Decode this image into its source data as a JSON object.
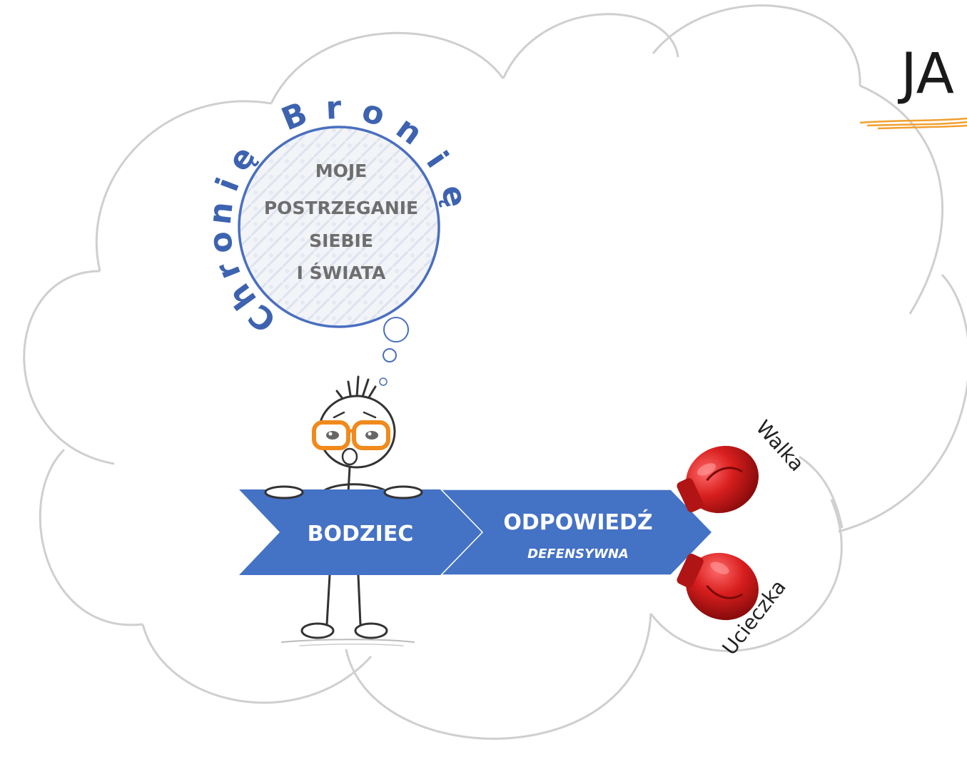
{
  "title": {
    "text": "JA"
  },
  "thought_bubble": {
    "lines": [
      "MOJE",
      "POSTRZEGANIE",
      "SIEBIE",
      "I ŚWIATA"
    ],
    "arc_left": "Chronię",
    "arc_right": "Bronię"
  },
  "flow": {
    "stimulus_label": "BODZIEC",
    "response_label": "ODPOWIEDŹ",
    "response_sub": "DEFENSYWNA"
  },
  "outcomes": {
    "top_label": "Walka",
    "bottom_label": "Ucieczka"
  },
  "colors": {
    "arrow_blue": "#4472c4",
    "bubble_ring": "#4a6fbf",
    "glasses_orange": "#f08a1c",
    "glove_red": "#d42020",
    "cloud_outline": "#cfcfcf",
    "accent_orange": "#f0a030"
  },
  "icons": [
    "stick-figure-icon",
    "boxing-glove-icon",
    "thought-bubble-icon",
    "cloud-icon"
  ]
}
